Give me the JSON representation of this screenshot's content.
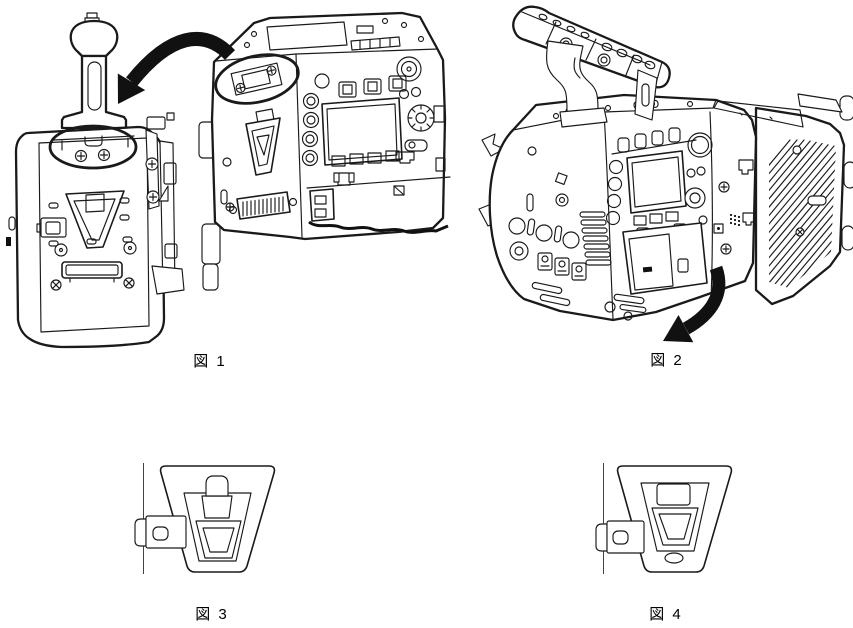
{
  "page": {
    "background": "#ffffff",
    "line_color": "#1a1a1a",
    "arrow_color": "#111111"
  },
  "figures": [
    {
      "label": "図 1"
    },
    {
      "label": "図 2"
    },
    {
      "label": "図 3"
    },
    {
      "label": "図 4"
    }
  ],
  "icons": {
    "figure1_arrow": "curved-attach-arrow",
    "figure2_arrow": "curved-detach-arrow"
  }
}
